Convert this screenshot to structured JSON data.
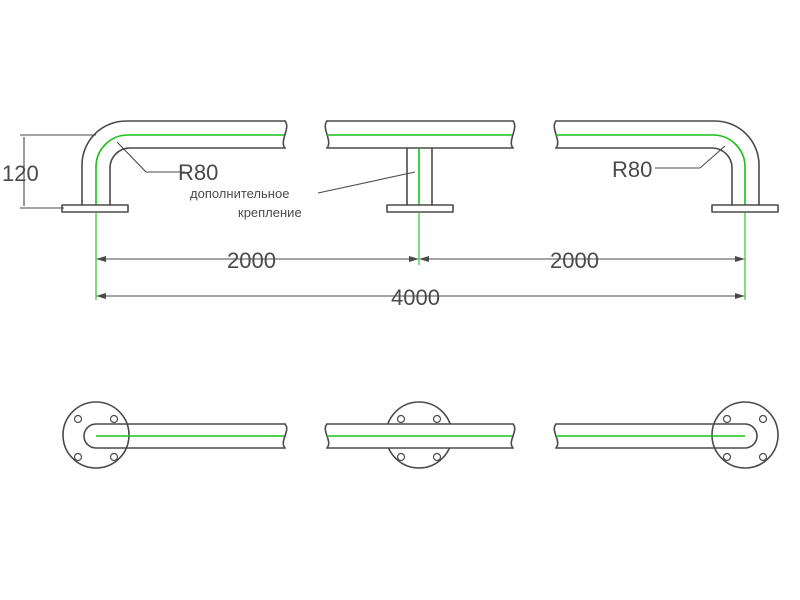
{
  "labels": {
    "height": "120",
    "radius_left": "R80",
    "radius_right": "R80",
    "note_line1": "дополнительное",
    "note_line2": "крепление",
    "dim_left": "2000",
    "dim_right": "2000",
    "dim_total": "4000"
  },
  "colors": {
    "outline": "#4a4a4a",
    "centerline": "#18c118"
  }
}
